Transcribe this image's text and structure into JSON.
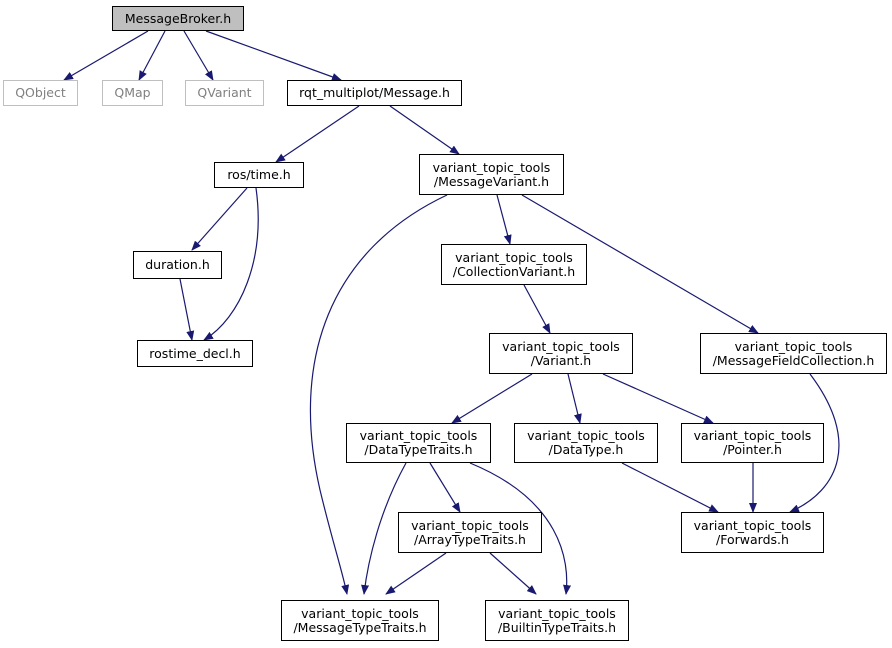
{
  "colors": {
    "edge": "#191970",
    "root_fill": "#bfbfbf",
    "external_border": "#bfbfbf",
    "external_text": "#808080"
  },
  "nodes": {
    "message_broker": [
      "MessageBroker.h"
    ],
    "qobject": [
      "QObject"
    ],
    "qmap": [
      "QMap"
    ],
    "qvariant": [
      "QVariant"
    ],
    "message_h": [
      "rqt_multiplot/Message.h"
    ],
    "ros_time": [
      "ros/time.h"
    ],
    "message_variant": [
      "variant_topic_tools",
      "/MessageVariant.h"
    ],
    "duration": [
      "duration.h"
    ],
    "rostime_decl": [
      "rostime_decl.h"
    ],
    "collection_variant": [
      "variant_topic_tools",
      "/CollectionVariant.h"
    ],
    "variant_h": [
      "variant_topic_tools",
      "/Variant.h"
    ],
    "message_field_collection": [
      "variant_topic_tools",
      "/MessageFieldCollection.h"
    ],
    "data_type_traits": [
      "variant_topic_tools",
      "/DataTypeTraits.h"
    ],
    "data_type": [
      "variant_topic_tools",
      "/DataType.h"
    ],
    "pointer": [
      "variant_topic_tools",
      "/Pointer.h"
    ],
    "array_type_traits": [
      "variant_topic_tools",
      "/ArrayTypeTraits.h"
    ],
    "forwards": [
      "variant_topic_tools",
      "/Forwards.h"
    ],
    "message_type_traits": [
      "variant_topic_tools",
      "/MessageTypeTraits.h"
    ],
    "builtin_type_traits": [
      "variant_topic_tools",
      "/BuiltinTypeTraits.h"
    ]
  }
}
